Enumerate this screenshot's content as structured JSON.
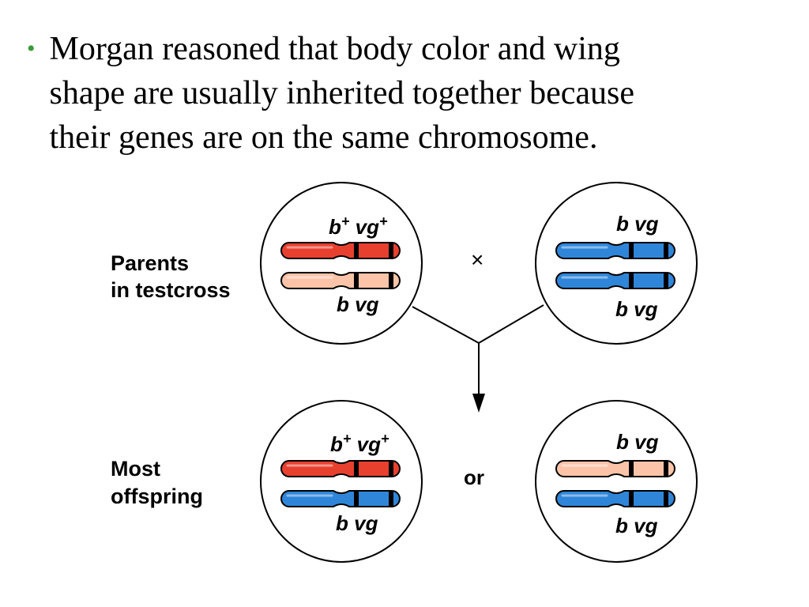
{
  "bullet": {
    "symbol": "•",
    "text": "Morgan reasoned that body color and wing shape are usually inherited together because their genes are on the same chromosome."
  },
  "labels": {
    "parents_line1": "Parents",
    "parents_line2": "in testcross",
    "offspring_line1": "Most",
    "offspring_line2": "offspring",
    "cross_symbol": "×",
    "or": "or"
  },
  "colors": {
    "bullet": "#3a9a3a",
    "wild_type": "#e8402f",
    "recessive_parent": "#fbc4a8",
    "recessive_mutant": "#2f86d9",
    "outline": "#000000"
  },
  "cells": [
    {
      "id": "parent-left",
      "top_label": {
        "b": "b",
        "b_sup": "+",
        "vg": "vg",
        "vg_sup": "+"
      },
      "bottom_label": {
        "b": "b",
        "b_sup": "",
        "vg": "vg",
        "vg_sup": ""
      },
      "chromosomes": [
        "wild_type",
        "recessive_parent"
      ]
    },
    {
      "id": "parent-right",
      "top_label": {
        "b": "b",
        "b_sup": "",
        "vg": "vg",
        "vg_sup": ""
      },
      "bottom_label": {
        "b": "b",
        "b_sup": "",
        "vg": "vg",
        "vg_sup": ""
      },
      "chromosomes": [
        "recessive_mutant",
        "recessive_mutant"
      ]
    },
    {
      "id": "offspring-left",
      "top_label": {
        "b": "b",
        "b_sup": "+",
        "vg": "vg",
        "vg_sup": "+"
      },
      "bottom_label": {
        "b": "b",
        "b_sup": "",
        "vg": "vg",
        "vg_sup": ""
      },
      "chromosomes": [
        "wild_type",
        "recessive_mutant"
      ]
    },
    {
      "id": "offspring-right",
      "top_label": {
        "b": "b",
        "b_sup": "",
        "vg": "vg",
        "vg_sup": ""
      },
      "bottom_label": {
        "b": "b",
        "b_sup": "",
        "vg": "vg",
        "vg_sup": ""
      },
      "chromosomes": [
        "recessive_parent",
        "recessive_mutant"
      ]
    }
  ]
}
